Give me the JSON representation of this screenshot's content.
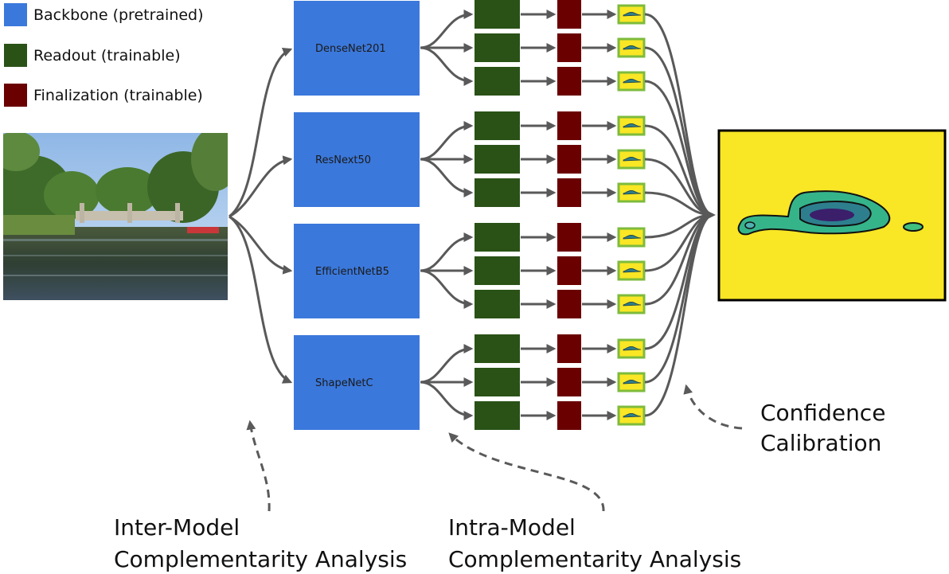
{
  "legend": {
    "items": [
      {
        "label": "Backbone (pretrained)",
        "color": "#3b78db"
      },
      {
        "label": "Readout (trainable)",
        "color": "#2a5217"
      },
      {
        "label": "Finalization (trainable)",
        "color": "#6b0000"
      }
    ]
  },
  "models": [
    {
      "name": "DenseNet201"
    },
    {
      "name": "ResNext50"
    },
    {
      "name": "EfficientNetB5"
    },
    {
      "name": "ShapeNetC"
    }
  ],
  "colors": {
    "backbone": "#3b78db",
    "readout": "#2a5217",
    "finalization": "#6b0000",
    "map_background": "#f9e625",
    "map_border": "#7dbb3c",
    "arrow": "#595959"
  },
  "icons": {
    "input_image": "park-bridge-photo",
    "mini_saliency": "mini-saliency-map-icon",
    "final_saliency": "saliency-heatmap-icon"
  },
  "annotations": {
    "inter_model": {
      "line1": "Inter-Model",
      "line2": "Complementarity Analysis"
    },
    "intra_model": {
      "line1": "Intra-Model",
      "line2": "Complementarity Analysis"
    },
    "calibration": {
      "line1": "Confidence",
      "line2": "Calibration"
    }
  }
}
